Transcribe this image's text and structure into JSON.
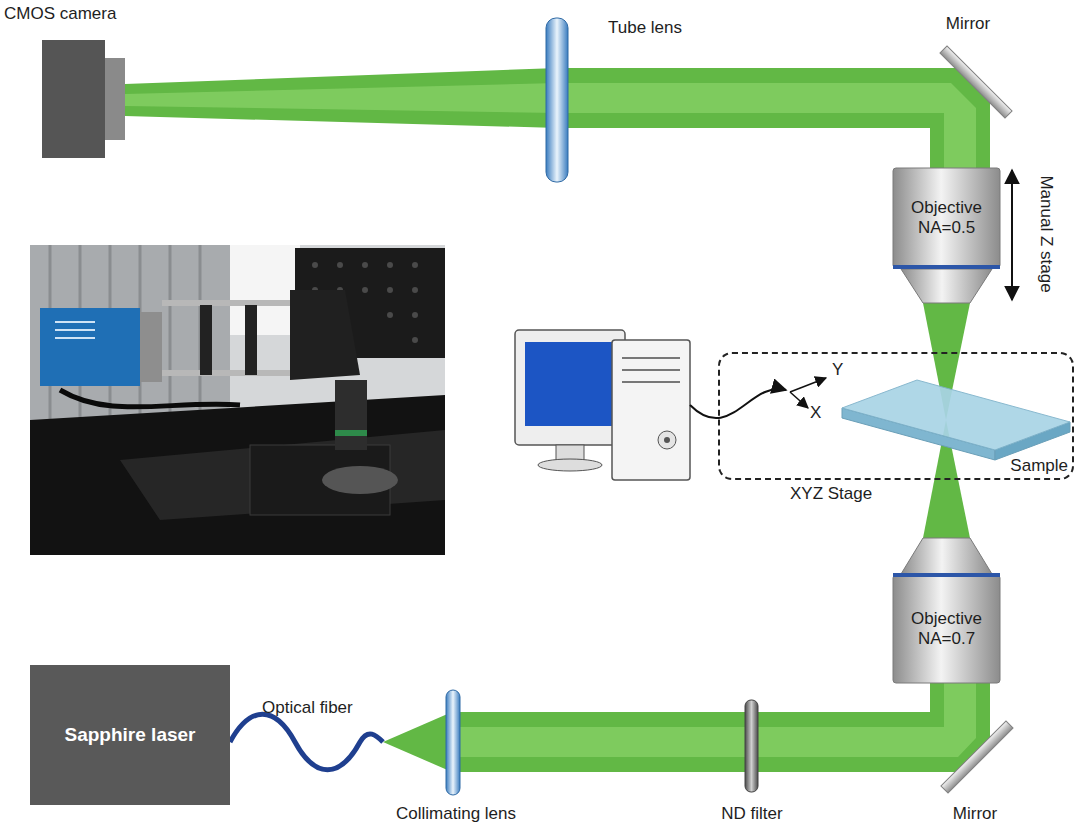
{
  "diagram": {
    "nodes": [
      {
        "text": [
          "Objective NA=0.5"
        ]
      },
      {
        "text": [
          "XYZ Stage"
        ]
      },
      {
        "text": [
          "Sample"
        ],
        "in": 1
      },
      {
        "text": [
          "Objective NA=0.7"
        ]
      },
      {
        "text": [
          "Sapphire laser"
        ]
      }
    ],
    "labels": [
      "CMOS camera",
      "Tube lens",
      "Mirror",
      "Manual Z stage",
      "Y",
      "X",
      "Optical fiber",
      "Collimating lens",
      "ND filter",
      "Mirror"
    ]
  }
}
